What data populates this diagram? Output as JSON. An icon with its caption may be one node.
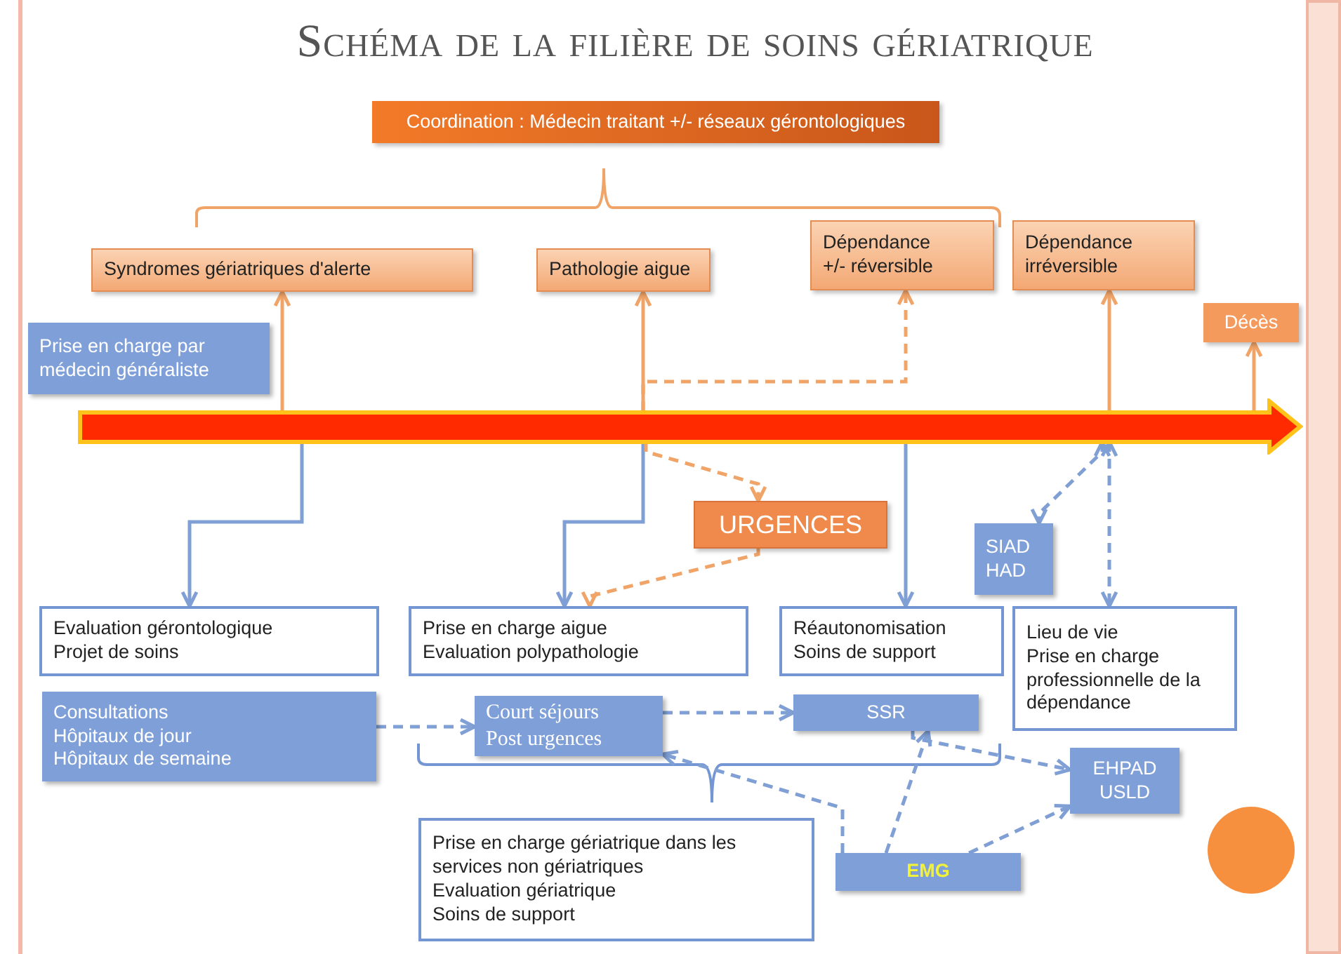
{
  "diagram": {
    "title": "Schéma de la filière de soins gériatrique",
    "nodes": [
      {
        "text": [
          "Coordination : Médecin traitant +/- réseaux gérontologiques"
        ]
      },
      {
        "text": [
          "Syndromes gériatriques d'alerte"
        ]
      },
      {
        "text": [
          "Pathologie aigue"
        ]
      },
      {
        "text": [
          "Dépendance +/- réversible"
        ]
      },
      {
        "text": [
          "Dépendance irréversible"
        ]
      },
      {
        "text": [
          "Prise en charge par médecin généraliste"
        ]
      },
      {
        "text": [
          "Décès"
        ]
      },
      {
        "text": [],
        "shape": "bar"
      },
      {
        "text": [
          "URGENCES"
        ]
      },
      {
        "text": [
          "SIAD",
          "HAD"
        ]
      },
      {
        "text": [
          "Evaluation gérontologique",
          "Projet de soins"
        ]
      },
      {
        "text": [
          "Prise en charge aigue",
          "Evaluation polypathologie"
        ]
      },
      {
        "text": [
          "Réautonomisation",
          "Soins de support"
        ]
      },
      {
        "text": [
          "Lieu de vie",
          "Prise en charge professionnelle de la dépendance"
        ]
      },
      {
        "text": [
          "Consultations",
          "Hôpitaux de jour",
          "Hôpitaux de semaine"
        ]
      },
      {
        "text": [
          "Court séjours",
          "Post urgences"
        ]
      },
      {
        "text": [
          "SSR"
        ]
      },
      {
        "text": [
          "EHPAD",
          "USLD"
        ]
      },
      {
        "text": [
          "Prise en charge gériatrique dans les services non gériatriques",
          "Evaluation gériatrique",
          "Soins de support"
        ]
      },
      {
        "text": [
          "EMG"
        ]
      }
    ],
    "edges": [
      {
        "from": 7,
        "to": 1,
        "arrow": "to",
        "color": "#f0a468"
      },
      {
        "from": 7,
        "to": 2,
        "arrow": "to",
        "color": "#f0a468"
      },
      {
        "from": 7,
        "to": 3,
        "arrow": "to",
        "style": "dashed",
        "color": "#f0a468"
      },
      {
        "from": 7,
        "to": 4,
        "arrow": "to",
        "color": "#f0a468"
      },
      {
        "from": 7,
        "to": 6,
        "arrow": "to",
        "color": "#f0a468"
      },
      {
        "from": 7,
        "to": 10,
        "arrow": "to"
      },
      {
        "from": 7,
        "to": 11,
        "arrow": "to"
      },
      {
        "from": 7,
        "to": 12,
        "arrow": "to"
      },
      {
        "from": 7,
        "to": 8,
        "arrow": "to",
        "style": "dashed",
        "color": "#f0a468"
      },
      {
        "from": 8,
        "to": 11,
        "arrow": "to",
        "style": "dashed",
        "color": "#f0a468"
      },
      {
        "from": 7,
        "to": 9,
        "arrow": "both",
        "style": "dashed"
      },
      {
        "from": 7,
        "to": 13,
        "arrow": "both",
        "style": "dashed"
      },
      {
        "from": 14,
        "to": 15,
        "arrow": "to",
        "style": "dashed"
      },
      {
        "from": 15,
        "to": 16,
        "arrow": "to",
        "style": "dashed"
      },
      {
        "from": 16,
        "to": 17,
        "arrow": "to",
        "style": "dashed"
      },
      {
        "from": 19,
        "to": 15,
        "arrow": "to",
        "style": "dashed"
      },
      {
        "from": 19,
        "to": 16,
        "arrow": "to",
        "style": "dashed"
      },
      {
        "from": 19,
        "to": 17,
        "arrow": "to",
        "style": "dashed"
      }
    ]
  }
}
